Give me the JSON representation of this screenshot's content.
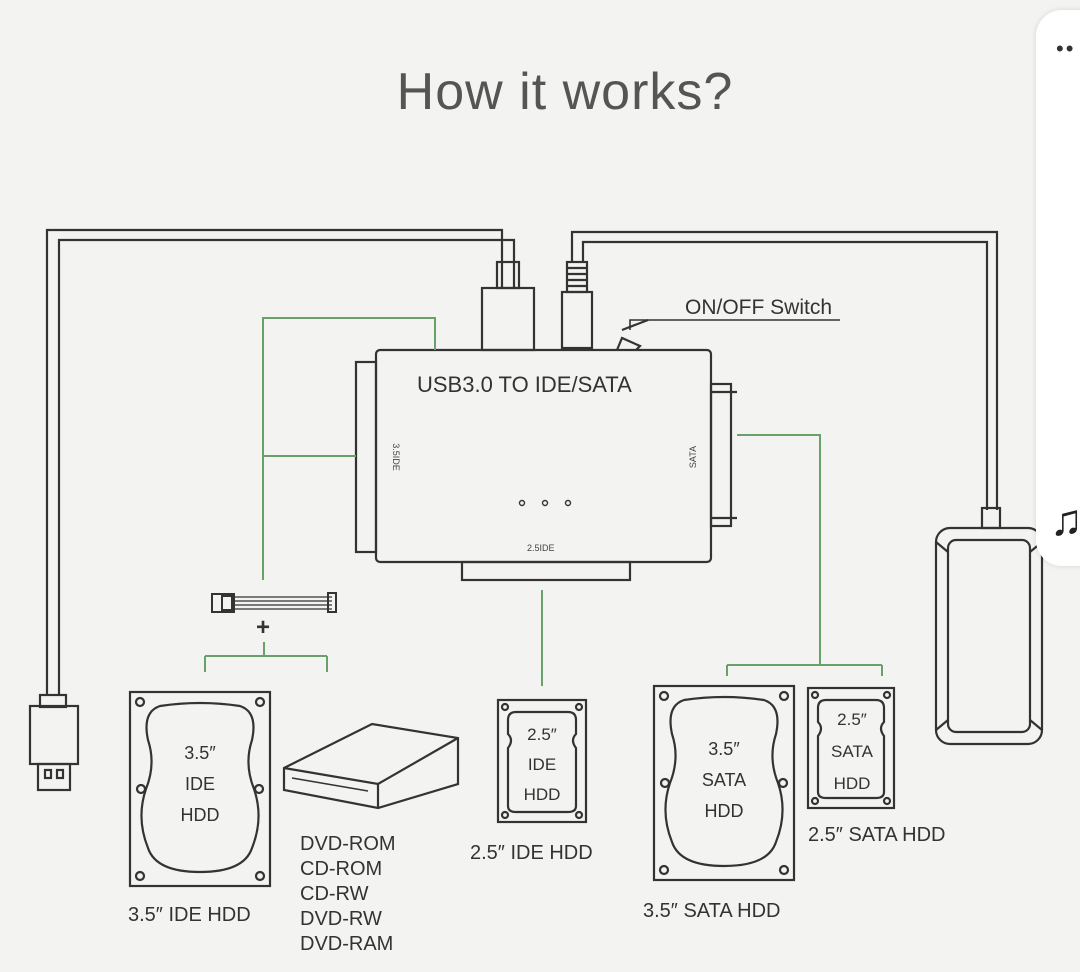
{
  "title": "How it works?",
  "adapter": {
    "label": "USB3.0 TO IDE/SATA",
    "port_35ide": "3.5IDE",
    "port_sata": "SATA",
    "port_25ide": "2.5IDE"
  },
  "switch_label": "ON/OFF Switch",
  "plus": "+",
  "drives": {
    "ide35": {
      "text": [
        "3.5″",
        "IDE",
        "HDD"
      ],
      "caption": "3.5″  IDE HDD"
    },
    "ide25": {
      "text": [
        "2.5″",
        "IDE",
        "HDD"
      ],
      "caption": "2.5″  IDE HDD"
    },
    "sata35": {
      "text": [
        "3.5″",
        "SATA",
        "HDD"
      ],
      "caption": "3.5″  SATA HDD"
    },
    "sata25": {
      "text": [
        "2.5″",
        "SATA",
        "HDD"
      ],
      "caption": "2.5″  SATA HDD"
    }
  },
  "optical_drives": [
    "DVD-ROM",
    "CD-ROM",
    "CD-RW",
    "DVD-RW",
    "DVD-RAM"
  ],
  "side_panel": {
    "icons": [
      "more-dots-icon",
      "music-note-icon"
    ],
    "dots": "••",
    "note": "♫"
  },
  "colors": {
    "line": "#333333",
    "green_line": "#6aa06a",
    "background": "#f3f3f1"
  }
}
